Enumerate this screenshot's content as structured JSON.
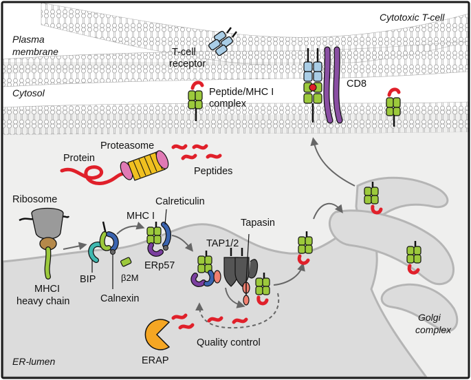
{
  "regions": {
    "cytotoxic_t_cell": "Cytotoxic T-cell",
    "plasma_membrane_1": "Plasma",
    "plasma_membrane_2": "membrane",
    "cytosol": "Cytosol",
    "er_lumen": "ER-lumen",
    "golgi_1": "Golgi",
    "golgi_2": "complex"
  },
  "labels": {
    "tcr_1": "T-cell",
    "tcr_2": "receptor",
    "peptide_mhc_1": "Peptide/MHC I",
    "peptide_mhc_2": "complex",
    "cd8": "CD8",
    "protein": "Protein",
    "proteasome": "Proteasome",
    "peptides": "Peptides",
    "ribosome": "Ribosome",
    "mhci_heavy_1": "MHCI",
    "mhci_heavy_2": "heavy chain",
    "bip": "BIP",
    "calnexin": "Calnexin",
    "b2m": "β2M",
    "mhc_i": "MHC I",
    "calreticulin": "Calreticulin",
    "erp57": "ERp57",
    "tap": "TAP1/2",
    "tapasin": "Tapasin",
    "erap": "ERAP",
    "quality_control": "Quality control"
  },
  "colors": {
    "border": "#1a1a1a",
    "membrane_gray": "#c9c9c9",
    "cytosol_fill": "#efefee",
    "er_fill": "#dcdcdc",
    "mhc_green": "#9cc93c",
    "mhc_green_dark": "#5f8f1f",
    "peptide_red": "#e0202a",
    "tcr_blue": "#a9cde6",
    "cd8_purple": "#8a4fa3",
    "proteasome_pink": "#e07ab5",
    "proteasome_yellow": "#f0c020",
    "erap_orange": "#f5a623",
    "tap_gray": "#555555",
    "bip_teal": "#3fb8b0",
    "calnexin_blue": "#3a64b0",
    "erp57_purple": "#7b3fa0",
    "tapasin_salmon": "#f08070"
  }
}
